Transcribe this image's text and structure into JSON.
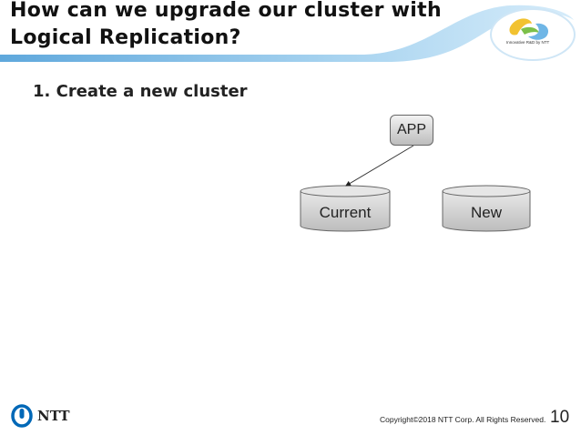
{
  "slide": {
    "title_line1": "How can we upgrade our cluster with",
    "title_line2": "Logical Replication?",
    "bullet": "1.  Create a new cluster",
    "logo_tagline": "Innovative R&D by NTT",
    "footer": {
      "company_logo": "NTT",
      "copyright": "Copyright©2018  NTT Corp. All Rights Reserved.",
      "page_number": "10"
    }
  },
  "diagram": {
    "app_label": "APP",
    "databases": [
      {
        "label": "Current"
      },
      {
        "label": "New"
      }
    ],
    "edges": [
      {
        "from": "APP",
        "to": "Current"
      }
    ]
  },
  "colors": {
    "band": "#8fc6ea",
    "ntt_blue": "#0068b7",
    "cylinder_fill": "#cfcfcf"
  }
}
